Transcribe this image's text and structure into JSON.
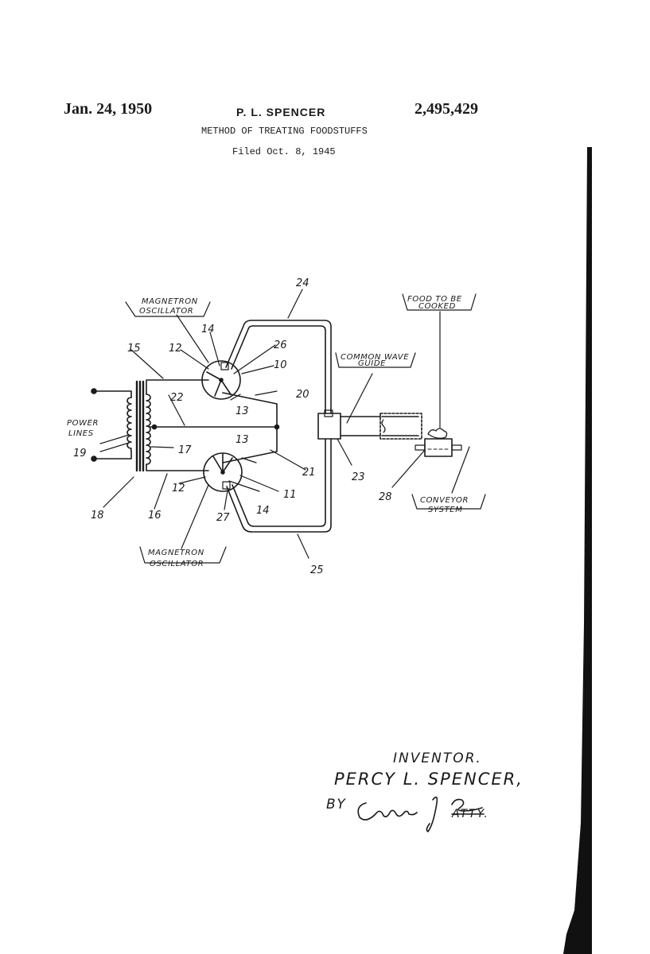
{
  "header": {
    "date": "Jan. 24, 1950",
    "inventor": "P. L. SPENCER",
    "patent_number": "2,495,429",
    "title": "METHOD OF TREATING FOODSTUFFS",
    "filed": "Filed Oct. 8, 1945"
  },
  "labels": {
    "magnetron_top": [
      "MAGNETRON",
      "OSCILLATOR"
    ],
    "magnetron_bottom": [
      "MAGNETRON",
      "OSCILLATOR"
    ],
    "power_lines": [
      "POWER",
      "LINES"
    ],
    "common_wave_guide": [
      "COMMON WAVE",
      "GUIDE"
    ],
    "food": [
      "FOOD TO BE",
      "COOKED"
    ],
    "conveyor": [
      "CONVEYOR",
      "SYSTEM"
    ]
  },
  "numerals": {
    "n10": "10",
    "n11": "11",
    "n12a": "12",
    "n12b": "12",
    "n13a": "13",
    "n13b": "13",
    "n14a": "14",
    "n14b": "14",
    "n15": "15",
    "n16": "16",
    "n17": "17",
    "n18": "18",
    "n19": "19",
    "n20": "20",
    "n21": "21",
    "n22": "22",
    "n23": "23",
    "n24": "24",
    "n25": "25",
    "n26": "26",
    "n27": "27",
    "n28": "28"
  },
  "signature": {
    "inventor_label": "INVENTOR.",
    "name": "PERCY L. SPENCER,",
    "by": "BY",
    "atty": "ATTY."
  }
}
